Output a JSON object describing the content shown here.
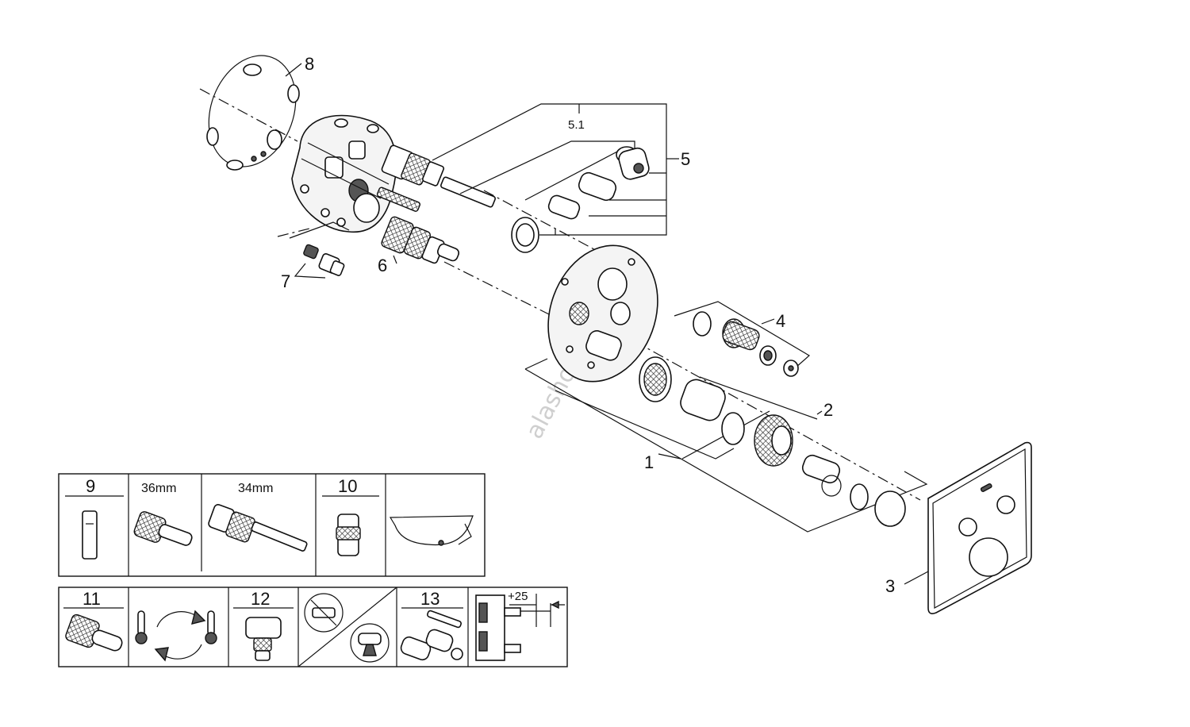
{
  "callouts": {
    "c1": "1",
    "c2": "2",
    "c3": "3",
    "c4": "4",
    "c5": "5",
    "c5_1": "5.1",
    "c6": "6",
    "c7": "7",
    "c8": "8"
  },
  "legend_top": {
    "c9": "9",
    "size_36": "36mm",
    "size_34": "34mm",
    "c10": "10"
  },
  "legend_bottom": {
    "c11": "11",
    "c12": "12",
    "c13": "13",
    "offset": "+25"
  },
  "watermark": "alashop.at"
}
